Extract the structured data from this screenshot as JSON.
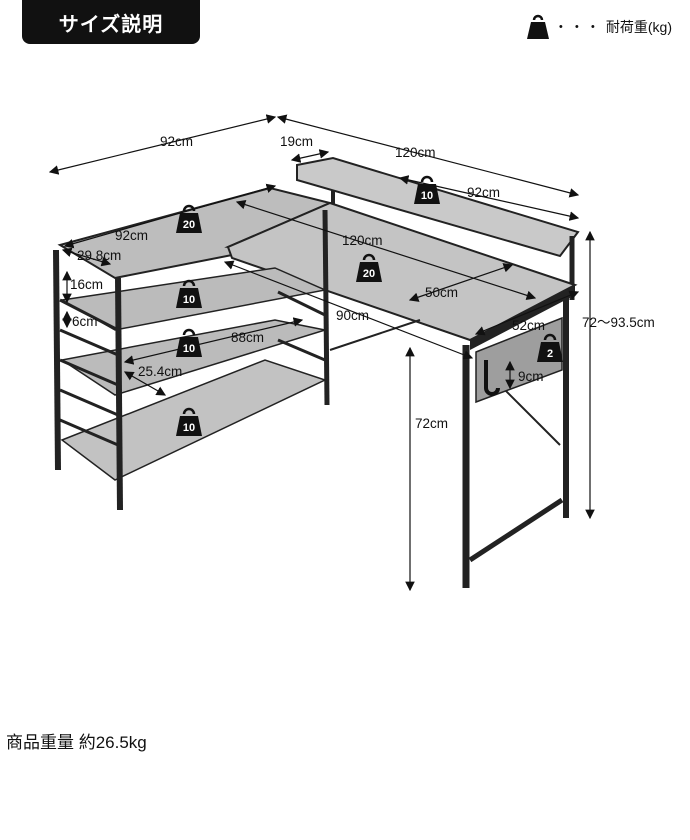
{
  "header": {
    "title": "サイズ説明"
  },
  "legend": {
    "icon": "weight-icon",
    "dots": "・・・",
    "label": "耐荷重(kg)"
  },
  "dimensions": {
    "top_width_left": "92cm",
    "riser_depth": "19cm",
    "riser_length": "120cm",
    "riser_shelf_width": "92cm",
    "short_desk_width": "92cm",
    "long_desk_width": "120cm",
    "shelf_depth": "29.8cm",
    "shelf_gap": "16cm",
    "shelf_step": "6cm",
    "desk_depth": "50cm",
    "desk_span": "90cm",
    "lower_shelf_width": "88cm",
    "lower_shelf_depth": "25.4cm",
    "drawer_width": "52cm",
    "drawer_height": "9cm",
    "desk_height": "72cm",
    "total_height": "72〜93.5cm"
  },
  "loads": {
    "corner_top": "20",
    "desk_top": "20",
    "riser_shelf": "10",
    "shelf_1": "10",
    "shelf_2": "10",
    "shelf_3": "10",
    "drawer": "2"
  },
  "footer": {
    "product_weight": "商品重量 約26.5kg"
  }
}
